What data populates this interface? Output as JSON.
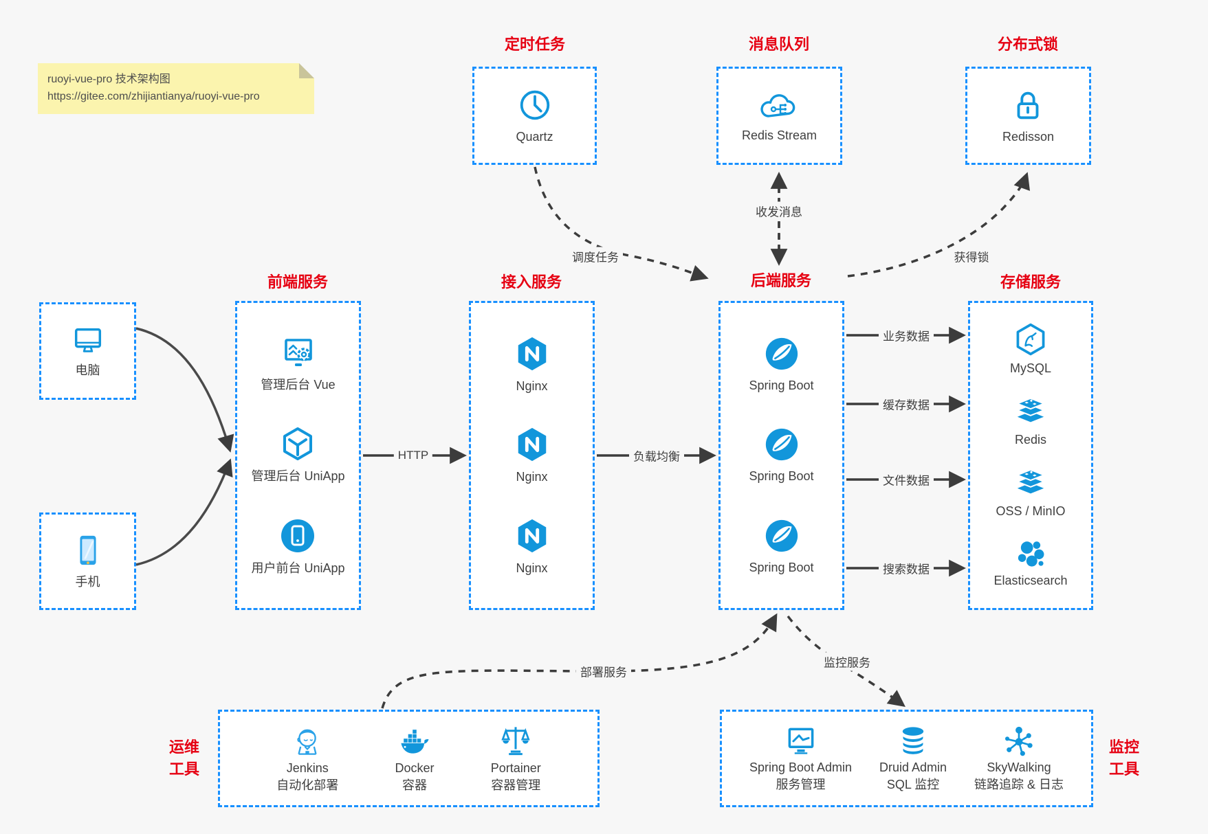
{
  "note": {
    "line1": "ruoyi-vue-pro 技术架构图",
    "line2": "https://gitee.com/zhijiantianya/ruoyi-vue-pro"
  },
  "top": {
    "scheduler": {
      "title": "定时任务",
      "item": "Quartz"
    },
    "mq": {
      "title": "消息队列",
      "item": "Redis Stream"
    },
    "lock": {
      "title": "分布式锁",
      "item": "Redisson"
    }
  },
  "clients": {
    "pc": "电脑",
    "phone": "手机"
  },
  "front": {
    "title": "前端服务",
    "items": [
      "管理后台 Vue",
      "管理后台 UniApp",
      "用户前台 UniApp"
    ]
  },
  "access": {
    "title": "接入服务",
    "items": [
      "Nginx",
      "Nginx",
      "Nginx"
    ]
  },
  "backend": {
    "title": "后端服务",
    "items": [
      "Spring Boot",
      "Spring Boot",
      "Spring Boot"
    ]
  },
  "storage": {
    "title": "存储服务",
    "items": [
      "MySQL",
      "Redis",
      "OSS / MinIO",
      "Elasticsearch"
    ]
  },
  "edges": {
    "http": "HTTP",
    "lb": "负载均衡",
    "schedule": "调度任务",
    "message": "收发消息",
    "lock": "获得锁",
    "business": "业务数据",
    "cache": "缓存数据",
    "file": "文件数据",
    "search": "搜索数据",
    "deploy": "部署服务",
    "monitor": "监控服务"
  },
  "ops": {
    "title1": "运维",
    "title2": "工具",
    "items": [
      {
        "name": "Jenkins",
        "desc": "自动化部署"
      },
      {
        "name": "Docker",
        "desc": "容器"
      },
      {
        "name": "Portainer",
        "desc": "容器管理"
      }
    ]
  },
  "monitoring": {
    "title1": "监控",
    "title2": "工具",
    "items": [
      {
        "name": "Spring Boot Admin",
        "desc": "服务管理"
      },
      {
        "name": "Druid Admin",
        "desc": "SQL 监控"
      },
      {
        "name": "SkyWalking",
        "desc": "链路追踪 & 日志"
      }
    ]
  },
  "colors": {
    "accent_blue": "#1296db",
    "border_blue": "#1890ff",
    "title_red": "#e60012",
    "note_bg": "#fbf4ae",
    "arrow_dark": "#3c3c3c"
  }
}
